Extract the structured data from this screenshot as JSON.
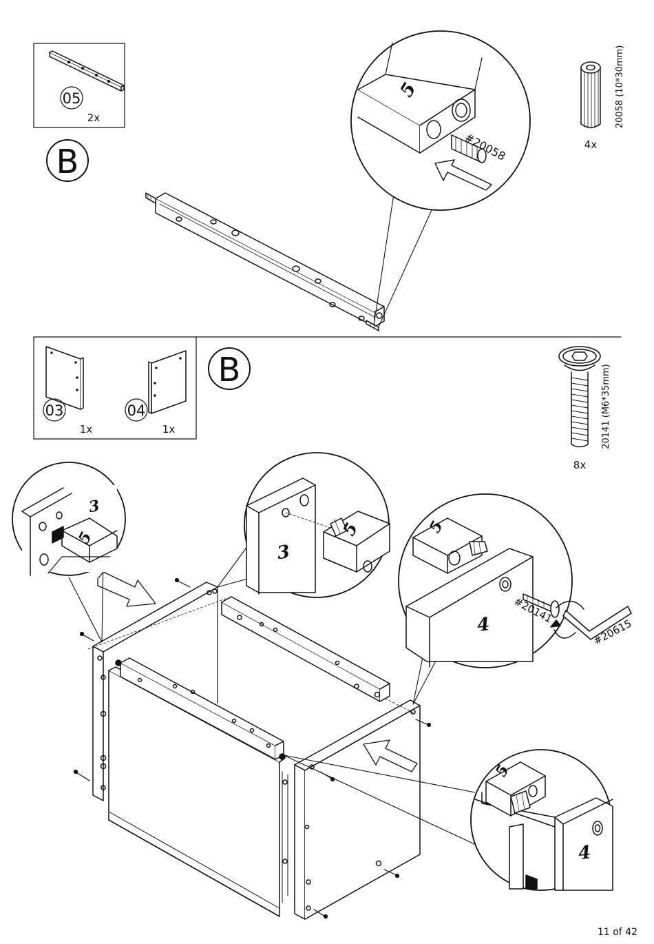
{
  "step1": {
    "part_box": {
      "part_id": "05",
      "qty": "2x"
    },
    "step_letter": "B",
    "rail_label": "5",
    "dowel_callout": "#20058",
    "hardware": {
      "code": "20058 (10*30mm)",
      "qty": "4x"
    }
  },
  "step2": {
    "part_box": [
      {
        "part_id": "03",
        "qty": "1x"
      },
      {
        "part_id": "04",
        "qty": "1x"
      }
    ],
    "step_letter": "B",
    "hardware": {
      "code": "20141 (M6*35mm)",
      "qty": "8x"
    },
    "detail_top_left": {
      "panel": "3",
      "rail": "5"
    },
    "detail_top_center": {
      "panel": "3",
      "rail": "5"
    },
    "detail_right": {
      "rail": "5",
      "panel": "4",
      "bolt_callout": "#20141",
      "key_callout": "#20615"
    },
    "detail_bottom_right": {
      "rail": "5",
      "panel": "4"
    }
  },
  "footer": {
    "page": "11 of 42"
  }
}
